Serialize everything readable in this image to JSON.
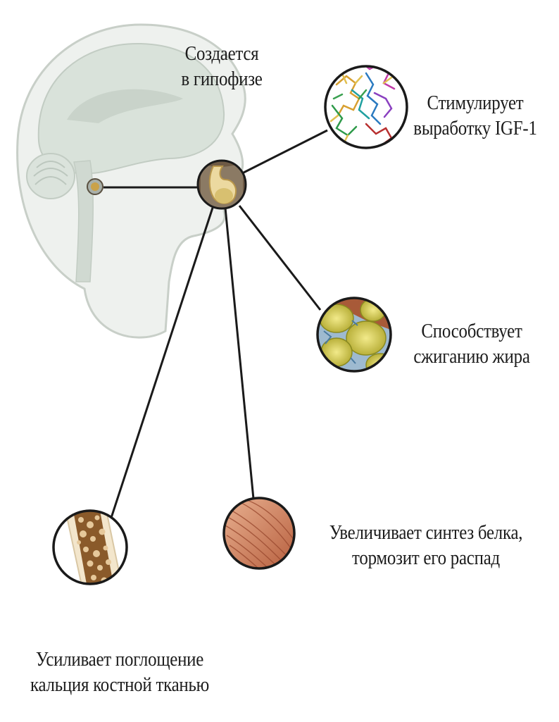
{
  "labels": {
    "pituitary": {
      "line1": "Создается",
      "line2": "в гипофизе"
    },
    "igf": {
      "line1": "Стимулирует",
      "line2": "выработку IGF-1"
    },
    "fat": {
      "line1": "Способствует",
      "line2": "сжиганию жира"
    },
    "protein": {
      "line1": "Увеличивает синтез белка,",
      "line2": "тормозит его распад"
    },
    "calcium": {
      "line1": "Усиливает поглощение",
      "line2": "кальция костной тканью"
    }
  },
  "nodes": [
    {
      "id": "pituitary",
      "icon": "pituitary-gland-icon"
    },
    {
      "id": "igf",
      "icon": "molecule-icon"
    },
    {
      "id": "fat",
      "icon": "fat-cells-icon"
    },
    {
      "id": "protein",
      "icon": "muscle-tissue-icon"
    },
    {
      "id": "calcium",
      "icon": "bone-tissue-icon"
    }
  ],
  "colors": {
    "line": "#1a1a1a",
    "head_outline": "#c8cfc8",
    "brain": "#d9e2da",
    "gland": "#caa24a",
    "fat": "#c9c24a",
    "muscle": "#c8765a",
    "bone": "#8a5a2a"
  }
}
